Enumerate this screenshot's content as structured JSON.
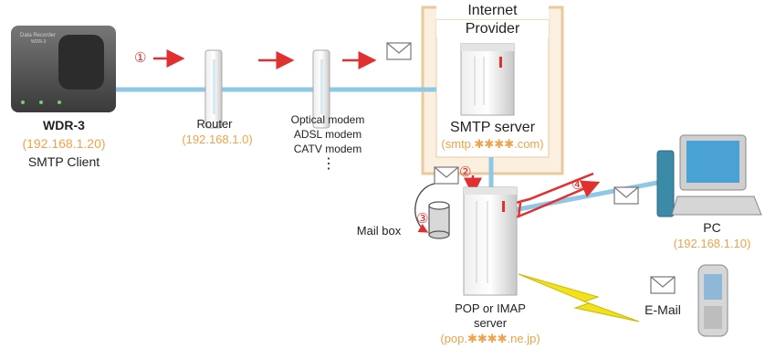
{
  "device": {
    "name": "WDR-3",
    "ip": "(192.168.1.20)",
    "role": "SMTP Client",
    "faceplate_brand": "Data Recorder",
    "faceplate_model": "WDR-3"
  },
  "router": {
    "name": "Router",
    "ip": "(192.168.1.0)"
  },
  "modem": {
    "lines": [
      "Optical modem",
      "ADSL modem",
      "CATV modem"
    ],
    "more": "⋮"
  },
  "provider": {
    "title_line1": "Internet",
    "title_line2": "Provider"
  },
  "smtp": {
    "name": "SMTP server",
    "host": "(smtp.✱✱✱✱.com)"
  },
  "pop": {
    "name_line1": "POP or IMAP",
    "name_line2": "server",
    "host": "(pop.✱✱✱✱.ne.jp)"
  },
  "mailbox": {
    "label": "Mail box"
  },
  "pc": {
    "name": "PC",
    "ip": "(192.168.1.10)"
  },
  "mobile": {
    "label": "E-Mail"
  },
  "steps": [
    "①",
    "②",
    "③",
    "④"
  ],
  "colors": {
    "cable": "#8ec8e6",
    "arrow": "#e03030",
    "ip_text": "#f0a24a",
    "provider_border": "#e8c9a0",
    "provider_fill": "#fbf0e0",
    "lightning": "#f2e21b"
  }
}
